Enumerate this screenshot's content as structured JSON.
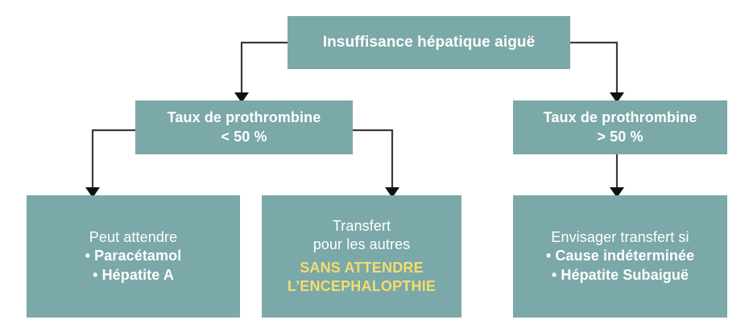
{
  "diagram": {
    "title_node": {
      "id": "acute-liver-failure",
      "label": "Insuffisance hépatique aiguë"
    },
    "branch_left": {
      "id": "prothrombin-below-50",
      "line1": "Taux de prothrombine",
      "line2": "< 50 %"
    },
    "branch_right": {
      "id": "prothrombin-above-50",
      "line1": "Taux de prothrombine",
      "line2": "> 50 %"
    },
    "outcome_wait": {
      "id": "can-wait",
      "heading": "Peut attendre",
      "bullets": [
        "• Paracétamol",
        "• Hépatite A"
      ]
    },
    "outcome_transfer": {
      "id": "transfer-others",
      "line1": "Transfert",
      "line2": "pour les autres",
      "accent_line1": "SANS ATTENDRE",
      "accent_line2": "L’ENCEPHALOPTHIE"
    },
    "outcome_consider": {
      "id": "consider-transfer",
      "heading": "Envisager transfert si",
      "bullets": [
        "• Cause indéterminée",
        "• Hépatite Subaiguë"
      ]
    }
  },
  "colors": {
    "box_fill": "#7ba8a8",
    "box_text": "#ffffff",
    "accent_text": "#f2dd6e",
    "connector": "#3a3a3a",
    "background": "#ffffff"
  }
}
